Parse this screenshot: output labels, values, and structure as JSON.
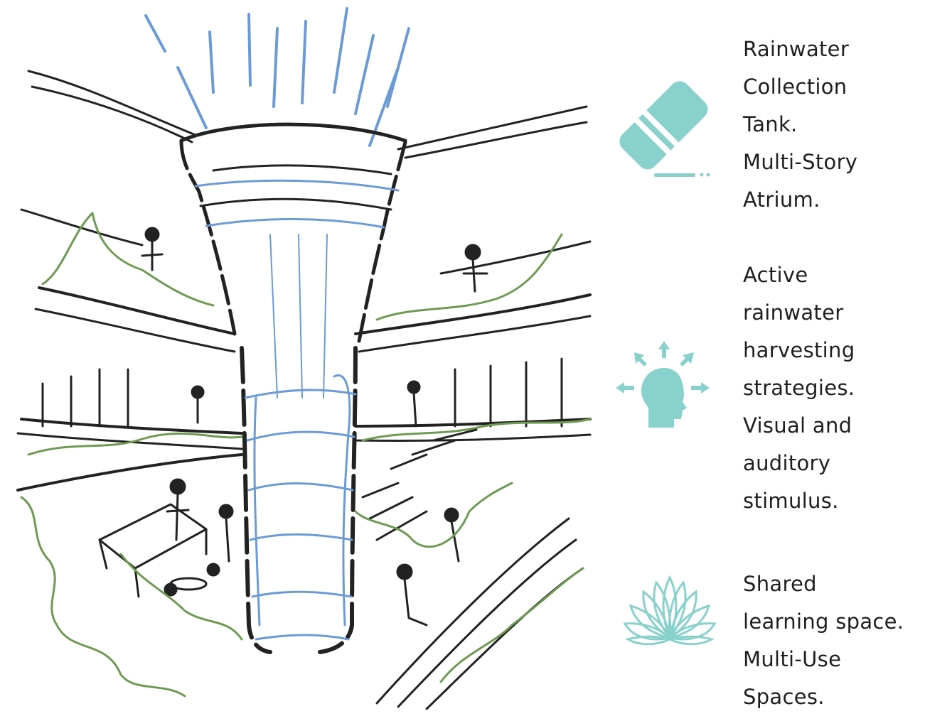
{
  "colors": {
    "accent": "#88d1cc",
    "ink": "#222222",
    "water": "#6b9bd6",
    "plant": "#6f9a52",
    "text": "#1f1f1f"
  },
  "legend": [
    {
      "icon": "eraser-icon",
      "lines": [
        "Rainwater",
        "Collection",
        "Tank.",
        "Multi-Story",
        "Atrium."
      ]
    },
    {
      "icon": "lightbulb-head-icon",
      "lines": [
        "Active",
        "rainwater",
        "harvesting",
        "strategies.",
        "Visual and",
        "auditory",
        "stimulus."
      ]
    },
    {
      "icon": "lotus-icon",
      "lines": [
        "Shared",
        "learning space.",
        "Multi-Use",
        "Spaces."
      ]
    }
  ]
}
